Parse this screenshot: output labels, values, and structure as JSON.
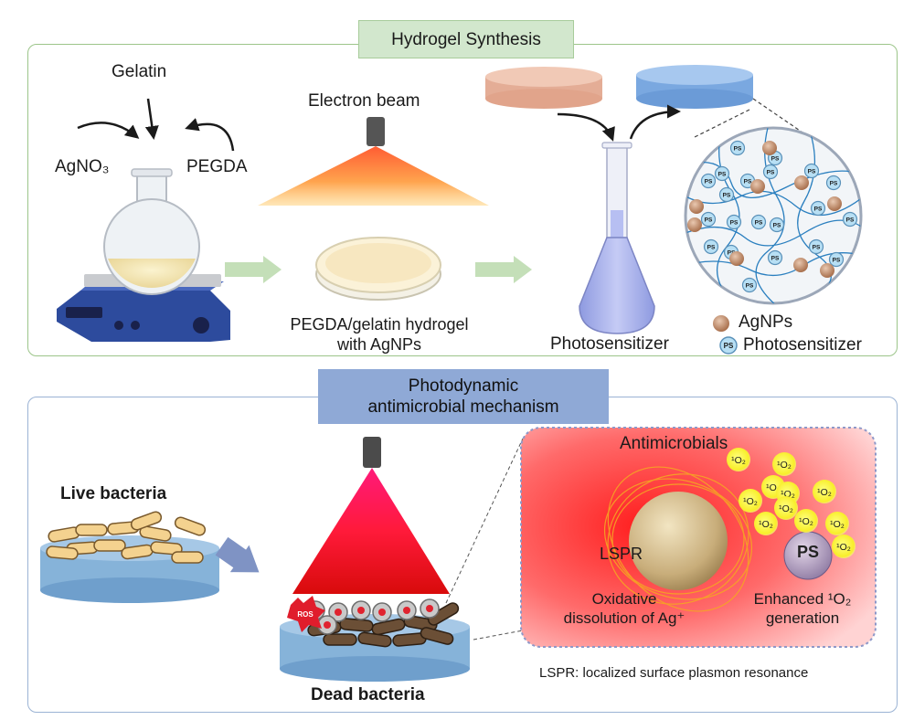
{
  "top": {
    "banner": "Hydrogel  Synthesis",
    "labels": {
      "gelatin": "Gelatin",
      "agno3": "AgNO₃",
      "pegda": "PEGDA",
      "electron_beam": "Electron beam",
      "hydrogel_line1": "PEGDA/gelatin hydrogel",
      "hydrogel_line2": "with AgNPs",
      "photosensitizer": "Photosensitizer"
    },
    "legend": {
      "agnps": "AgNPs",
      "ps_badge": "PS",
      "photosensitizer": "Photosensitizer"
    },
    "network_badge": "PS"
  },
  "bottom": {
    "banner_line1": "Photodynamic",
    "banner_line2": "antimicrobial mechanism",
    "live_bacteria": "Live bacteria",
    "dead_bacteria": "Dead bacteria",
    "ros": "ROS",
    "inset": {
      "antimicrobials": "Antimicrobials",
      "lspr": "LSPR",
      "oxidative_line1": "Oxidative",
      "oxidative_line2": "dissolution of Ag⁺",
      "enhanced_line1": "Enhanced ¹O₂",
      "enhanced_line2": "generation",
      "ps": "PS",
      "singlet_oxygen": "¹O₂"
    },
    "footnote": "LSPR: localized surface plasmon resonance"
  },
  "colors": {
    "top_border": "#9cc58a",
    "top_banner": "#d2e7cd",
    "bottom_border": "#9bb3d4",
    "bottom_banner": "#8fa9d6",
    "arrow_green": "#c4dfb8",
    "arrow_blue": "#7f93c4",
    "hydrogel_blue": "#8fb6e6",
    "hydrogel_peach": "#eab8a2",
    "agnp": "#c49270",
    "inset_red": "#f02020"
  }
}
